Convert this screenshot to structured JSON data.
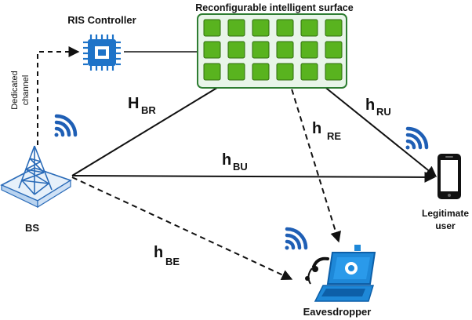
{
  "labels": {
    "ris_controller": "RIS Controller",
    "ris": "Reconfigurable intelligent surface",
    "dedicated_line1": "Dedicated",
    "dedicated_line2": "channel",
    "bs": "BS",
    "user_line1": "Legitimate",
    "user_line2": "user",
    "eavesdropper": "Eavesdropper"
  },
  "channels": {
    "h_br": {
      "main": "H",
      "sub": "BR"
    },
    "h_ru": {
      "main": "h",
      "sub": "RU"
    },
    "h_re": {
      "main": "h",
      "sub": "RE"
    },
    "h_bu": {
      "main": "h",
      "sub": "BU"
    },
    "h_be": {
      "main": "h",
      "sub": "BE"
    }
  },
  "colors": {
    "ris_frame": "#2e7d32",
    "ris_frame_fill": "#e8f5e9",
    "ris_element": "#59b31f",
    "ris_element_edge": "#2f6e0e",
    "chip": "#1e73c8",
    "wave": "#1f5fb5",
    "bs_tower": "#2a6bb8",
    "laptop": "#1e88d8",
    "line": "#111111"
  },
  "icons": [
    "chip-icon",
    "antenna-tower-icon",
    "smartphone-icon",
    "laptop-icon",
    "headset-icon",
    "wireless-wave-icon"
  ]
}
